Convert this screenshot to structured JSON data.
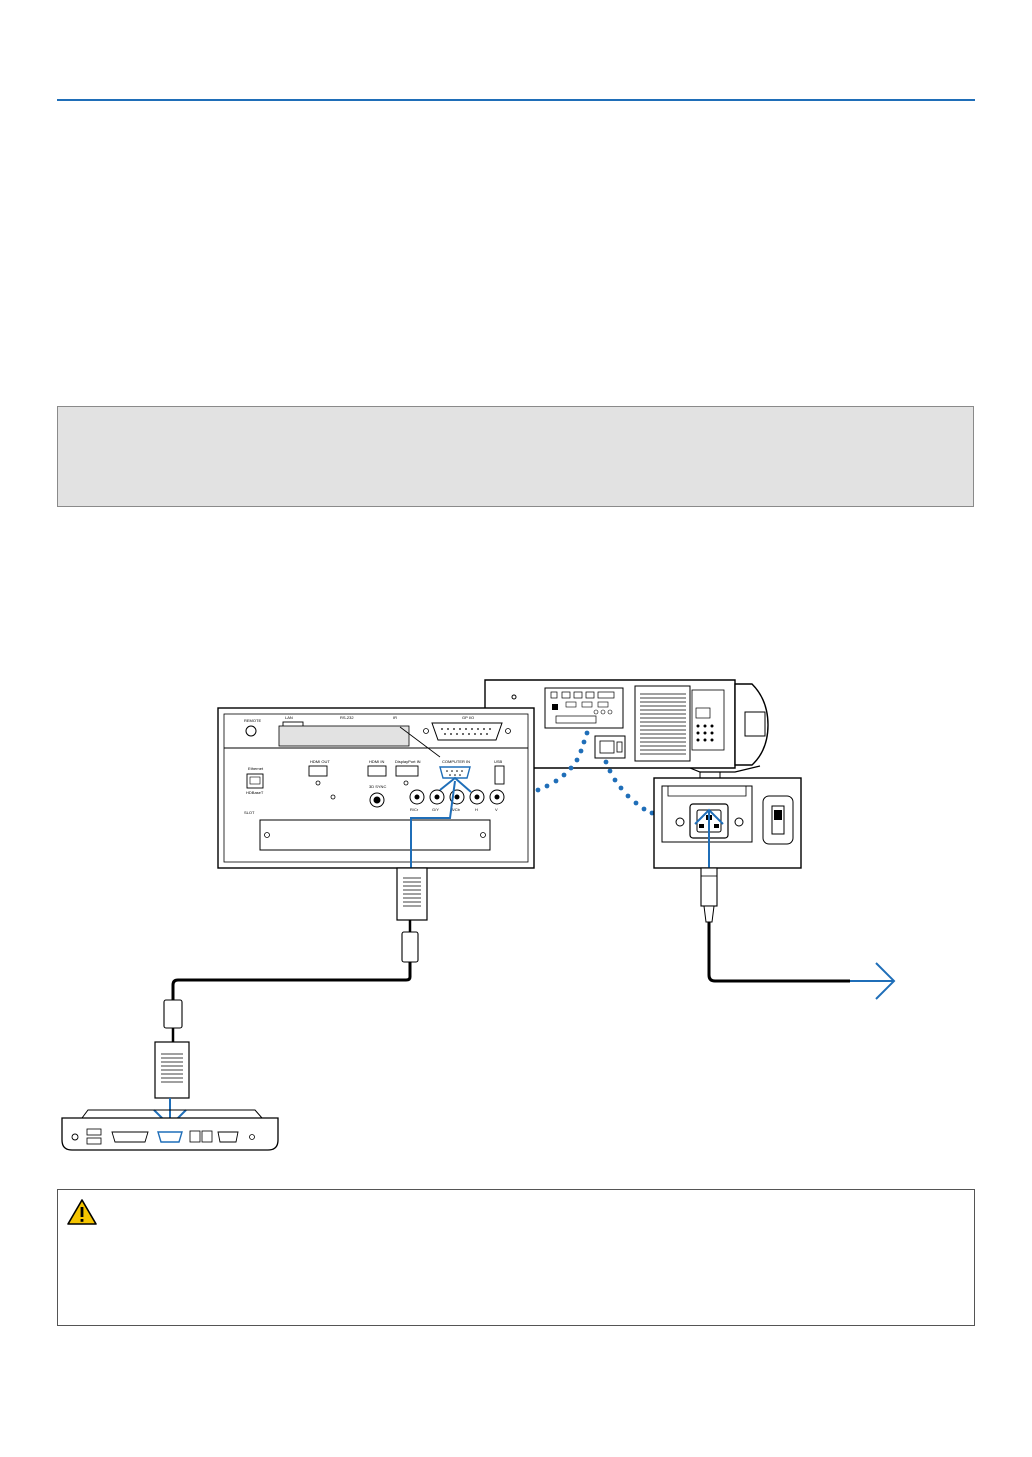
{
  "page": {
    "accent": "#1f6eb8",
    "note_bg": "#e2e2e2"
  },
  "panel_labels": {
    "remote": "REMOTE",
    "lan": "LAN",
    "rs232": "RS-232",
    "ir": "IR",
    "gpio": "GP I/O",
    "ethernet": "Ethernet",
    "hdbaset": "HDBaseT",
    "hdmi_out": "HDMI OUT",
    "hdmi_in": "HDMI IN",
    "displayport_in": "DisplayPort IN",
    "computer_in": "COMPUTER IN",
    "usb": "USB",
    "three_d_sync": "3D SYNC",
    "slot": "SLOT",
    "r_cr": "R/Cr",
    "g_y": "G/Y",
    "b_cb": "B/Cb",
    "h": "H",
    "v": "V"
  },
  "icons": {
    "caution": "caution-triangle-icon",
    "arrow": "arrow-right-icon",
    "down_arrow": "arrow-down-icon"
  }
}
